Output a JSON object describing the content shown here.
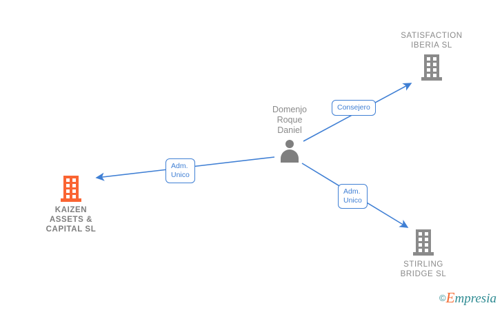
{
  "diagram": {
    "type": "relationship-graph",
    "background": "#ffffff",
    "accent_color": "#3f7fd4",
    "company_color": "#8a8a8a",
    "highlight_color": "#fa6432",
    "person": {
      "name": "Domenjo\nRoque\nDaniel",
      "icon": "person-icon"
    },
    "companies": [
      {
        "id": "satisfaction-iberia",
        "name": "SATISFACTION\nIBERIA  SL",
        "icon": "building-icon",
        "color": "#8a8a8a",
        "highlighted": false
      },
      {
        "id": "kaizen-assets-capital",
        "name": "KAIZEN\nASSETS &\nCAPITAL  SL",
        "icon": "building-icon",
        "color": "#fa6432",
        "highlighted": true
      },
      {
        "id": "stirling-bridge",
        "name": "STIRLING\nBRIDGE  SL",
        "icon": "building-icon",
        "color": "#8a8a8a",
        "highlighted": false
      }
    ],
    "edges": [
      {
        "id": "edge-satisfaction",
        "label": "Consejero",
        "from": "person",
        "to": "satisfaction-iberia"
      },
      {
        "id": "edge-kaizen",
        "label": "Adm.\nUnico",
        "from": "person",
        "to": "kaizen-assets-capital"
      },
      {
        "id": "edge-stirling",
        "label": "Adm.\nUnico",
        "from": "person",
        "to": "stirling-bridge"
      }
    ]
  },
  "watermark": {
    "copyright": "©",
    "brand_first": "E",
    "brand_rest": "mpresia"
  }
}
